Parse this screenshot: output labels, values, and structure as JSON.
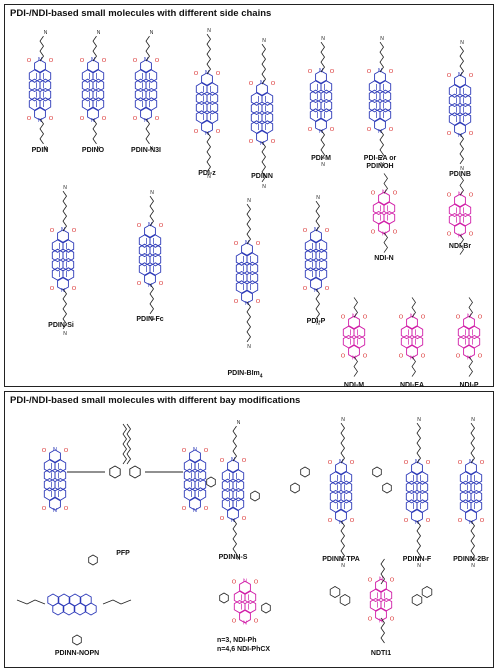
{
  "colors": {
    "pdi": "#2c39b8",
    "ndi": "#d11ea8",
    "ink": "#222222"
  },
  "top_panel": {
    "title": "PDI-/NDI-based small molecules with different side chains",
    "compounds": [
      {
        "id": "PDIN",
        "label": "PDIN",
        "kind": "pdi"
      },
      {
        "id": "PDINO",
        "label": "PDINO",
        "kind": "pdi"
      },
      {
        "id": "PDIN-N3I",
        "label": "PDIN-N3I",
        "kind": "pdi"
      },
      {
        "id": "PDI-z",
        "label": "PDI-z",
        "kind": "pdi"
      },
      {
        "id": "PDINN",
        "label": "PDINN",
        "kind": "pdi"
      },
      {
        "id": "PDI-M",
        "label": "PDI-M",
        "kind": "pdi"
      },
      {
        "id": "PDI-EA",
        "label": "PDI-EA or",
        "label2": "PDINOH",
        "kind": "pdi"
      },
      {
        "id": "PDINB",
        "label": "PDINB",
        "kind": "pdi"
      },
      {
        "id": "PDIN-Si",
        "label": "PDIN-Si",
        "kind": "pdi"
      },
      {
        "id": "PDIN-Fc",
        "label": "PDIN-Fc",
        "kind": "pdi"
      },
      {
        "id": "PDIN-BIm4",
        "label": "PDIN-BIm",
        "sub": "4",
        "kind": "pdi"
      },
      {
        "id": "PDI-P",
        "label": "PDI-P",
        "kind": "pdi"
      },
      {
        "id": "NDI-N",
        "label": "NDI-N",
        "kind": "ndi"
      },
      {
        "id": "NDI-Br",
        "label": "NDI-Br",
        "kind": "ndi"
      },
      {
        "id": "NDI-M",
        "label": "NDI-M",
        "kind": "ndi"
      },
      {
        "id": "NDI-EA",
        "label": "NDI-EA",
        "kind": "ndi"
      },
      {
        "id": "NDI-P",
        "label": "NDI-P",
        "kind": "ndi"
      }
    ]
  },
  "bottom_panel": {
    "title": "PDI-/NDI-based small molecules with different bay modifications",
    "compounds": [
      {
        "id": "PFP",
        "label": "PFP",
        "kind": "pdi"
      },
      {
        "id": "PDINN-S",
        "label": "PDINN-S",
        "kind": "pdi"
      },
      {
        "id": "PDINN-TPA",
        "label": "PDINN-TPA",
        "kind": "pdi"
      },
      {
        "id": "PDINN-F",
        "label": "PDINN-F",
        "kind": "pdi"
      },
      {
        "id": "PDINN-2Br",
        "label": "PDINN-2Br",
        "kind": "pdi"
      },
      {
        "id": "PDINN-NOPN",
        "label": "PDINN-NOPN",
        "kind": "pdi"
      },
      {
        "id": "NDI-Ph",
        "label": "n=3,  NDI-Ph",
        "kind": "ndi"
      },
      {
        "id": "NDI-PhCX",
        "label": "n=4,6  NDI-PhCX",
        "kind": "ndi"
      },
      {
        "id": "NDTI1",
        "label": "NDTI1",
        "kind": "ndi"
      }
    ]
  }
}
